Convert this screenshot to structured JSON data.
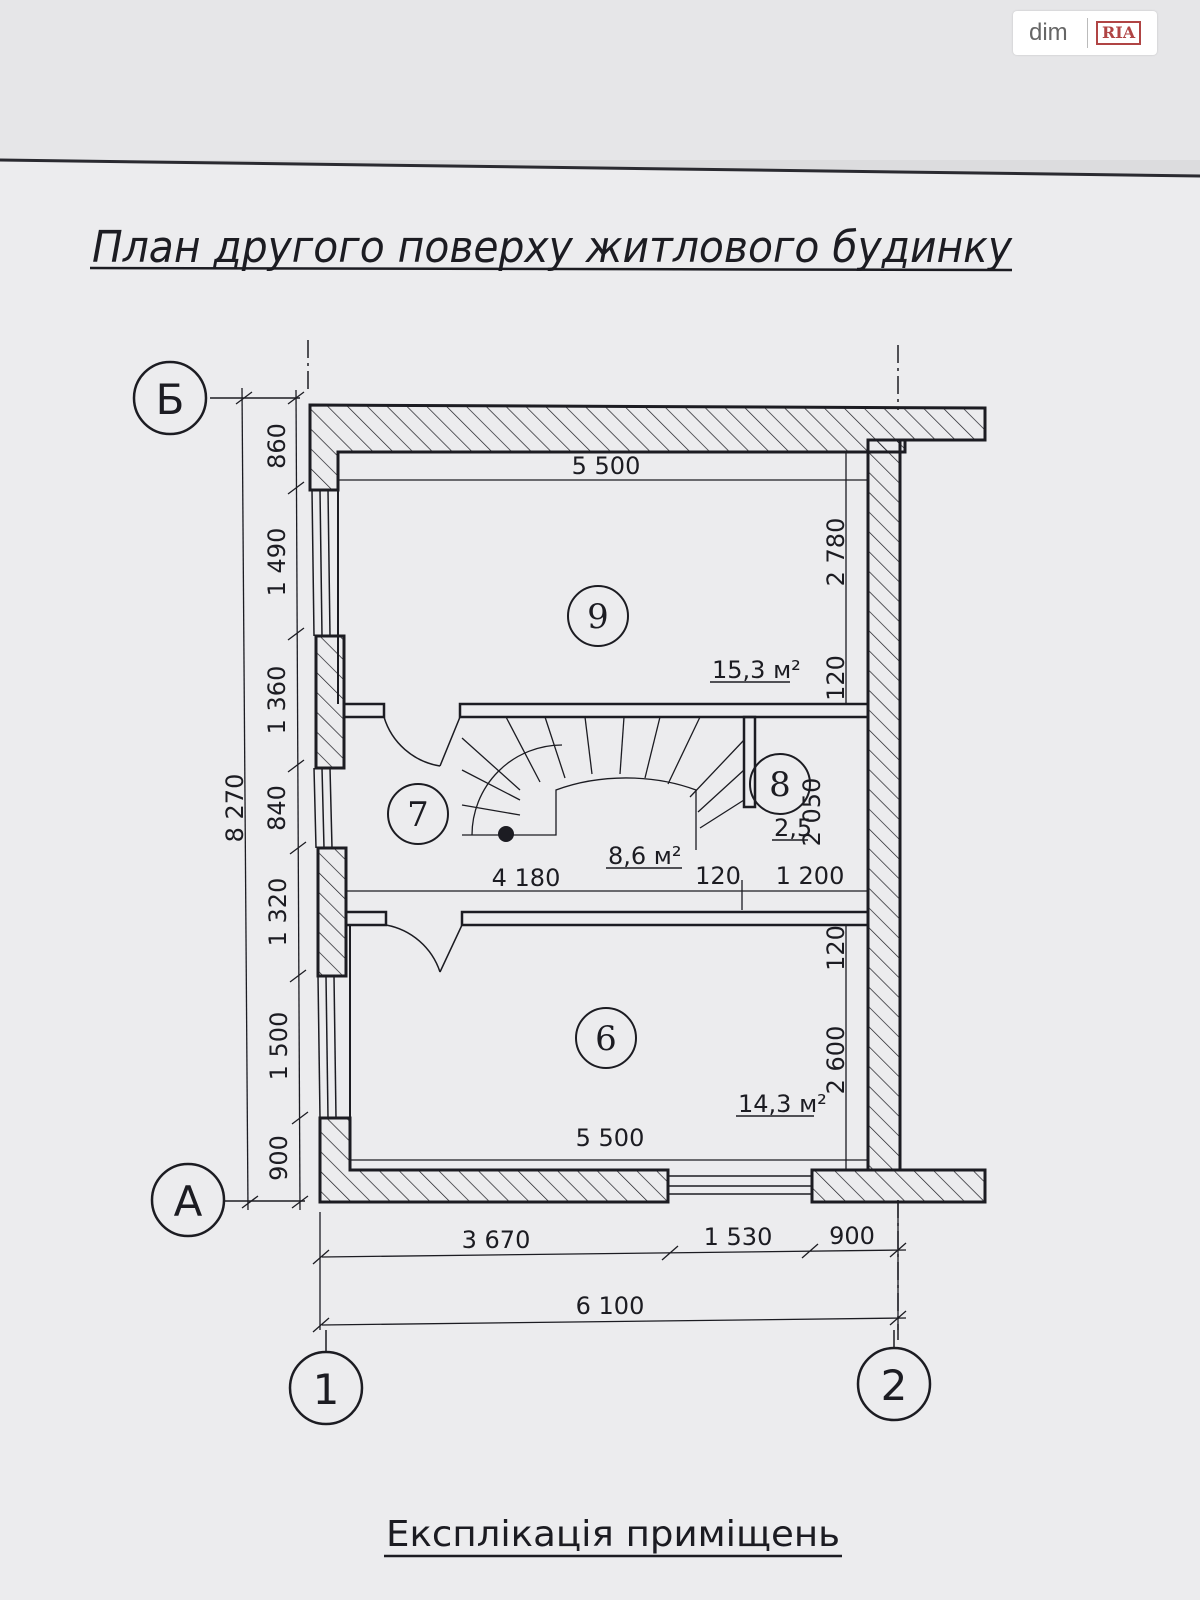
{
  "title": "План другого поверху житлового будинку",
  "footer_title": "Експлікація приміщень",
  "watermark": {
    "brand_left": "dim",
    "brand_right": "RIA"
  },
  "axes": {
    "top": "Б",
    "bottom": "А",
    "left_col": "1",
    "right_col": "2"
  },
  "rooms": {
    "r9": {
      "number": "9",
      "area": "15,3 м²"
    },
    "r7": {
      "number": "7",
      "area": "8,6 м²"
    },
    "r8": {
      "number": "8",
      "area": "2,5"
    },
    "r6": {
      "number": "6",
      "area": "14,3 м²"
    }
  },
  "dims": {
    "total_height": "8 270",
    "left_chain": [
      "860",
      "1 490",
      "1 360",
      "840",
      "1 320",
      "1 500",
      "900"
    ],
    "r9_width": "5 500",
    "r9_depth": "2 780",
    "wall_top": "120",
    "r8_depth": "2 050",
    "r7_width": "4 180",
    "wall_mid": "120",
    "r8_width": "1 200",
    "wall_low": "120",
    "r6_depth": "2 600",
    "r6_width": "5 500",
    "bottom_chain": [
      "3 670",
      "1 530",
      "900"
    ],
    "total_width": "6 100"
  },
  "colors": {
    "paper": "#ececee",
    "ink": "#1c1c22",
    "background": "#dcdcde"
  }
}
